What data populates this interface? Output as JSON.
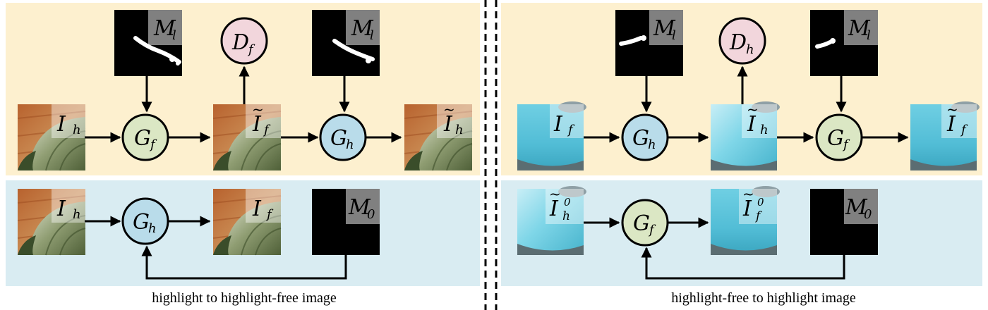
{
  "colors": {
    "top_band": "#fdf0cf",
    "bottom_band": "#d9ecf2",
    "generator_green": "#dbe7c4",
    "generator_blue": "#b9dcea",
    "discriminator_pink": "#f2d6dc",
    "mask_black": "#000000",
    "label_overlay_light": "rgba(255,255,255,0.42)",
    "label_overlay_dark": "#808080",
    "stroke": "#000000"
  },
  "left": {
    "caption": "highlight to highlight-free image",
    "top_row": {
      "input_image": {
        "sym": "I",
        "accent": "",
        "sub": "h"
      },
      "generator_1": {
        "sym": "G",
        "sub": "f"
      },
      "mid_image": {
        "sym": "I",
        "accent": "~",
        "sub": "f"
      },
      "generator_2": {
        "sym": "G",
        "sub": "h"
      },
      "output_image": {
        "sym": "I",
        "accent": "~",
        "sub": "h"
      },
      "discriminator": {
        "sym": "D",
        "sub": "f"
      },
      "mask_1": {
        "sym": "M",
        "sub": "l"
      },
      "mask_2": {
        "sym": "M",
        "sub": "l"
      }
    },
    "bottom_row": {
      "input_image": {
        "sym": "I",
        "sub": "h",
        "sup": ""
      },
      "generator": {
        "sym": "G",
        "sub": "h"
      },
      "output_image": {
        "sym": "I",
        "sub": "f",
        "sup": ""
      },
      "mask": {
        "sym": "M",
        "sub": "0"
      }
    }
  },
  "right": {
    "caption": "highlight-free to highlight image",
    "top_row": {
      "input_image": {
        "sym": "I",
        "accent": "",
        "sub": "f"
      },
      "generator_1": {
        "sym": "G",
        "sub": "h"
      },
      "mid_image": {
        "sym": "I",
        "accent": "~",
        "sub": "h"
      },
      "generator_2": {
        "sym": "G",
        "sub": "f"
      },
      "output_image": {
        "sym": "I",
        "accent": "~",
        "sub": "f"
      },
      "discriminator": {
        "sym": "D",
        "sub": "h"
      },
      "mask_1": {
        "sym": "M",
        "sub": "l"
      },
      "mask_2": {
        "sym": "M",
        "sub": "l"
      }
    },
    "bottom_row": {
      "input_image": {
        "sym": "I",
        "accent": "~",
        "sub": "h",
        "sup": "0"
      },
      "generator": {
        "sym": "G",
        "sub": "f"
      },
      "output_image": {
        "sym": "I",
        "accent": "~",
        "sub": "f",
        "sup": "0"
      },
      "mask": {
        "sym": "M",
        "sub": "0"
      }
    }
  }
}
